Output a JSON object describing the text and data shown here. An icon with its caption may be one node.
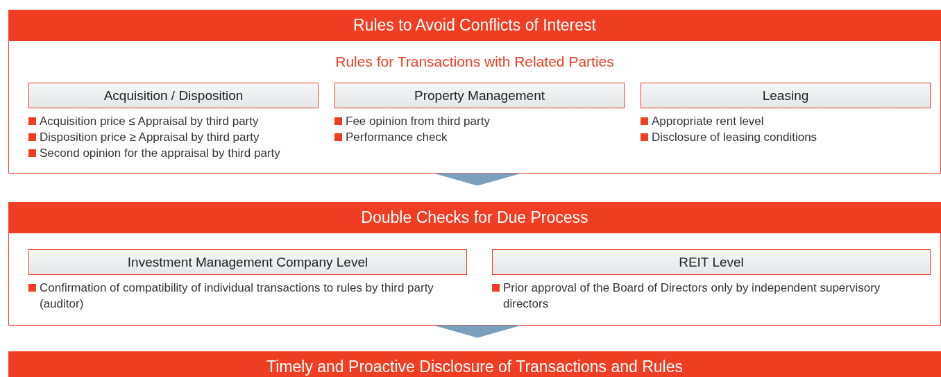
{
  "diagram": {
    "nodes": [
      {
        "text": [
          "Rules to Avoid Conflicts of Interest",
          "Rules for Transactions with Related Parties"
        ]
      },
      {
        "text": [
          "Acquisition / Disposition",
          "Acquisition price ≤ Appraisal by third party",
          "Disposition price ≥ Appraisal by third party",
          "Second opinion for the appraisal by third party"
        ],
        "in": 0
      },
      {
        "text": [
          "Property Management",
          "Fee opinion from third party",
          "Performance check"
        ],
        "in": 0
      },
      {
        "text": [
          "Leasing",
          "Appropriate rent level",
          "Disclosure of leasing conditions"
        ],
        "in": 0
      },
      {
        "text": [
          "Double Checks for Due Process"
        ]
      },
      {
        "text": [
          "Investment Management Company Level",
          "Confirmation of compatibility of individual transactions to rules by third party (auditor)"
        ],
        "in": 4
      },
      {
        "text": [
          "REIT Level",
          "Prior approval of the Board of Directors only by independent supervisory directors"
        ],
        "in": 4
      },
      {
        "text": [
          "Timely and Proactive Disclosure of Transactions and Rules"
        ]
      }
    ],
    "edges": [
      {
        "from": 0,
        "to": 4,
        "arrow": "to"
      },
      {
        "from": 4,
        "to": 7,
        "arrow": "to"
      }
    ]
  }
}
